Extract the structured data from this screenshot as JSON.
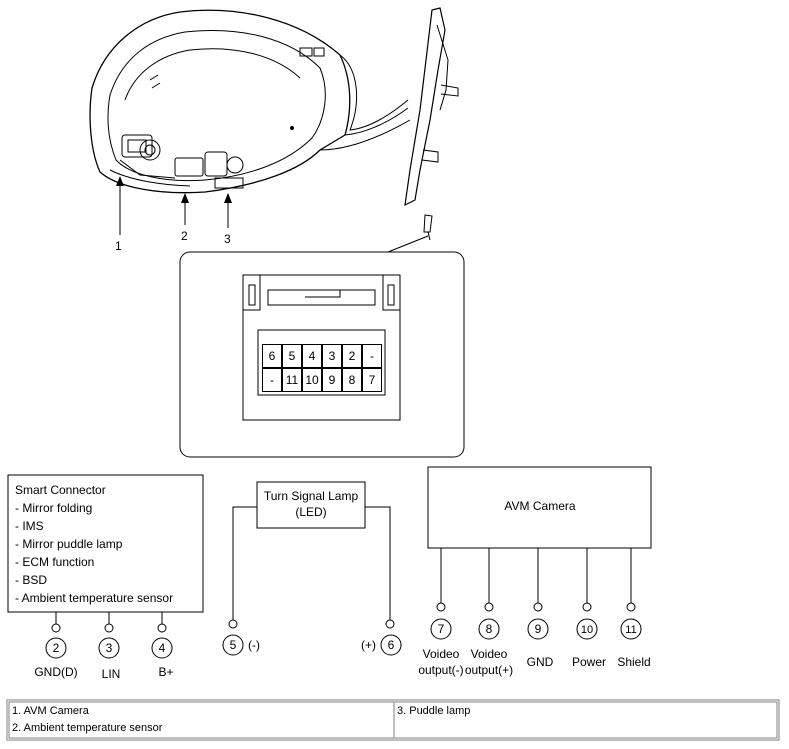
{
  "mirror": {
    "callouts": [
      "1",
      "2",
      "3"
    ]
  },
  "connector": {
    "top_row": [
      "6",
      "5",
      "4",
      "3",
      "2",
      "-"
    ],
    "bottom_row": [
      "-",
      "11",
      "10",
      "9",
      "8",
      "7"
    ]
  },
  "smart_connector": {
    "title": "Smart Connector",
    "features": [
      "- Mirror folding",
      "- IMS",
      "- Mirror puddle lamp",
      "- ECM function",
      "- BSD",
      "- Ambient temperature sensor"
    ],
    "pins": [
      {
        "num": "2",
        "label": "GND(D)"
      },
      {
        "num": "3",
        "label": "LIN"
      },
      {
        "num": "4",
        "label": "B+"
      }
    ]
  },
  "turn_signal": {
    "title_line1": "Turn Signal Lamp",
    "title_line2": "(LED)",
    "pins": [
      {
        "num": "5",
        "label": "(-)"
      },
      {
        "num": "6",
        "label": "(+)"
      }
    ]
  },
  "avm": {
    "title": "AVM Camera",
    "pins": [
      {
        "num": "7",
        "label1": "Voideo",
        "label2": "output(-)"
      },
      {
        "num": "8",
        "label1": "Voideo",
        "label2": "output(+)"
      },
      {
        "num": "9",
        "label1": "GND",
        "label2": ""
      },
      {
        "num": "10",
        "label1": "Power",
        "label2": ""
      },
      {
        "num": "11",
        "label1": "Shield",
        "label2": ""
      }
    ]
  },
  "legend": {
    "col1": [
      "1. AVM Camera",
      "2. Ambient temperature sensor"
    ],
    "col2": [
      "3. Puddle lamp"
    ]
  }
}
